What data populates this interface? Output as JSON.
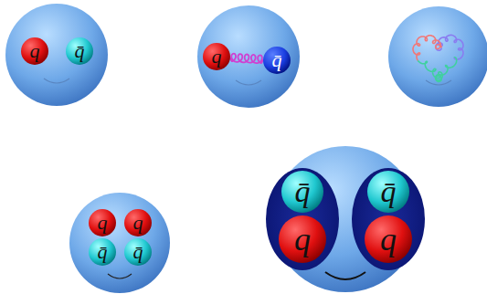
{
  "diagram": {
    "nodes": [
      {
        "text": [
          "q"
        ]
      },
      {
        "text": [
          "q̄"
        ]
      },
      {
        "text": [
          "q"
        ]
      },
      {
        "text": [
          "q̄"
        ]
      },
      {
        "text": [
          "q"
        ]
      },
      {
        "text": [
          "q"
        ]
      },
      {
        "text": [
          "q̄"
        ]
      },
      {
        "text": [
          "q̄"
        ]
      },
      {
        "text": [
          "q̄"
        ]
      },
      {
        "text": [
          "q̄"
        ]
      },
      {
        "text": [
          "q"
        ]
      },
      {
        "text": [
          "q"
        ]
      }
    ],
    "edges": [
      {
        "from": 2,
        "to": 3,
        "arrow": "none"
      }
    ]
  }
}
